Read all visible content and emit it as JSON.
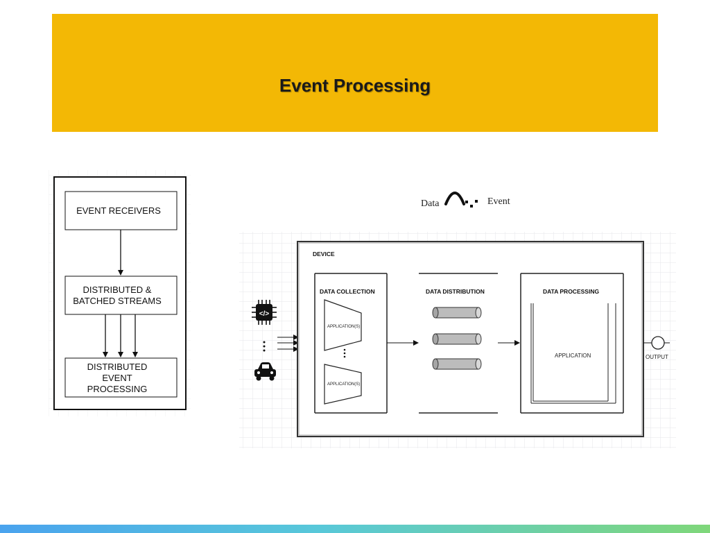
{
  "header": {
    "title": "Event Processing"
  },
  "flow": {
    "boxes": [
      {
        "lines": [
          "EVENT RECEIVERS"
        ]
      },
      {
        "lines": [
          "DISTRIBUTED &",
          "BATCHED STREAMS"
        ]
      },
      {
        "lines": [
          "DISTRIBUTED",
          "EVENT",
          "PROCESSING"
        ]
      }
    ]
  },
  "logo": {
    "left": "Data",
    "right": "Event"
  },
  "device": {
    "title": "DEVICE",
    "collection": {
      "title": "DATA COLLECTION",
      "app_label_1": "APPLICATION(S)",
      "app_label_2": "APPLICATION(S)"
    },
    "distribution": {
      "title": "DATA DISTRIBUTION"
    },
    "processing": {
      "title": "DATA PROCESSING",
      "app_label": "APPLICATION"
    },
    "output_label": "OUTPUT"
  },
  "icons": {
    "source_top": "chip-code-icon",
    "source_bottom": "car-icon",
    "logo_mark": "wave-icon"
  }
}
